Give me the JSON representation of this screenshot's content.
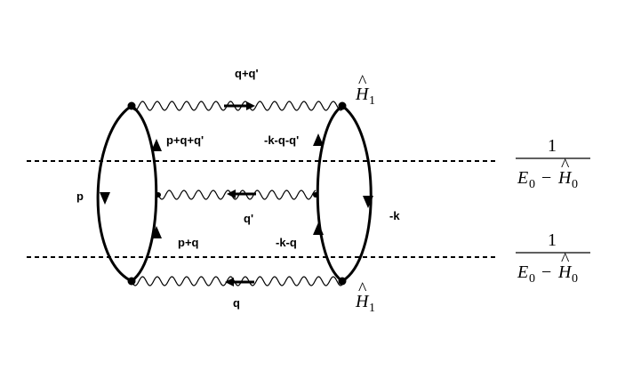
{
  "diagram": {
    "vertex_operator": {
      "symbol": "H",
      "subscript": "1"
    },
    "propagator": {
      "numerator": "1",
      "energy_symbol": "E",
      "energy_subscript": "0",
      "minus": "−",
      "hamiltonian_symbol": "H",
      "hamiltonian_subscript": "0"
    },
    "momenta": {
      "top_photon": "q+q'",
      "left_outer": "p",
      "left_upper_inner": "p+q+q'",
      "left_lower_inner": "p+q",
      "middle_photon": "q'",
      "right_upper_inner": "-k-q-q'",
      "right_lower_inner": "-k-q",
      "right_outer": "-k",
      "bottom_photon": "q"
    }
  }
}
